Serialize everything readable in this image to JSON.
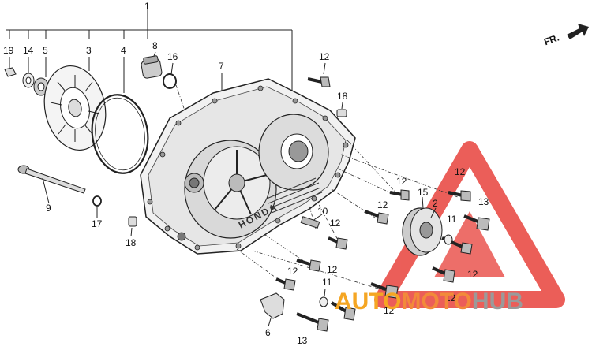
{
  "diagram": {
    "callouts": [
      {
        "id": "c-1",
        "text": "1"
      },
      {
        "id": "c-19",
        "text": "19"
      },
      {
        "id": "c-14",
        "text": "14"
      },
      {
        "id": "c-5",
        "text": "5"
      },
      {
        "id": "c-3",
        "text": "3"
      },
      {
        "id": "c-4",
        "text": "4"
      },
      {
        "id": "c-8",
        "text": "8"
      },
      {
        "id": "c-16",
        "text": "16"
      },
      {
        "id": "c-7",
        "text": "7"
      },
      {
        "id": "c-12a",
        "text": "12"
      },
      {
        "id": "c-18a",
        "text": "18"
      },
      {
        "id": "c-12b",
        "text": "12"
      },
      {
        "id": "c-12c",
        "text": "12"
      },
      {
        "id": "c-15",
        "text": "15"
      },
      {
        "id": "c-2",
        "text": "2"
      },
      {
        "id": "c-13a",
        "text": "13"
      },
      {
        "id": "c-12d",
        "text": "12"
      },
      {
        "id": "c-10",
        "text": "10"
      },
      {
        "id": "c-12e",
        "text": "12"
      },
      {
        "id": "c-11a",
        "text": "11"
      },
      {
        "id": "c-9",
        "text": "9"
      },
      {
        "id": "c-17",
        "text": "17"
      },
      {
        "id": "c-18b",
        "text": "18"
      },
      {
        "id": "c-12f",
        "text": "12"
      },
      {
        "id": "c-12g",
        "text": "12"
      },
      {
        "id": "c-12h",
        "text": "12"
      },
      {
        "id": "c-11b",
        "text": "11"
      },
      {
        "id": "c-12i",
        "text": "12"
      },
      {
        "id": "c-12j",
        "text": "12"
      },
      {
        "id": "c-6",
        "text": "6"
      },
      {
        "id": "c-13b",
        "text": "13"
      }
    ],
    "cover_logo": "HONDA",
    "direction_label": "FR.",
    "watermark": {
      "part1": "AUTO",
      "part2": "MOTO",
      "part3": "HUB",
      "color1": "#f5a623",
      "color2": "#f28a3a",
      "color3": "#9a9a9a",
      "triangle_color": "#e8423c"
    }
  }
}
